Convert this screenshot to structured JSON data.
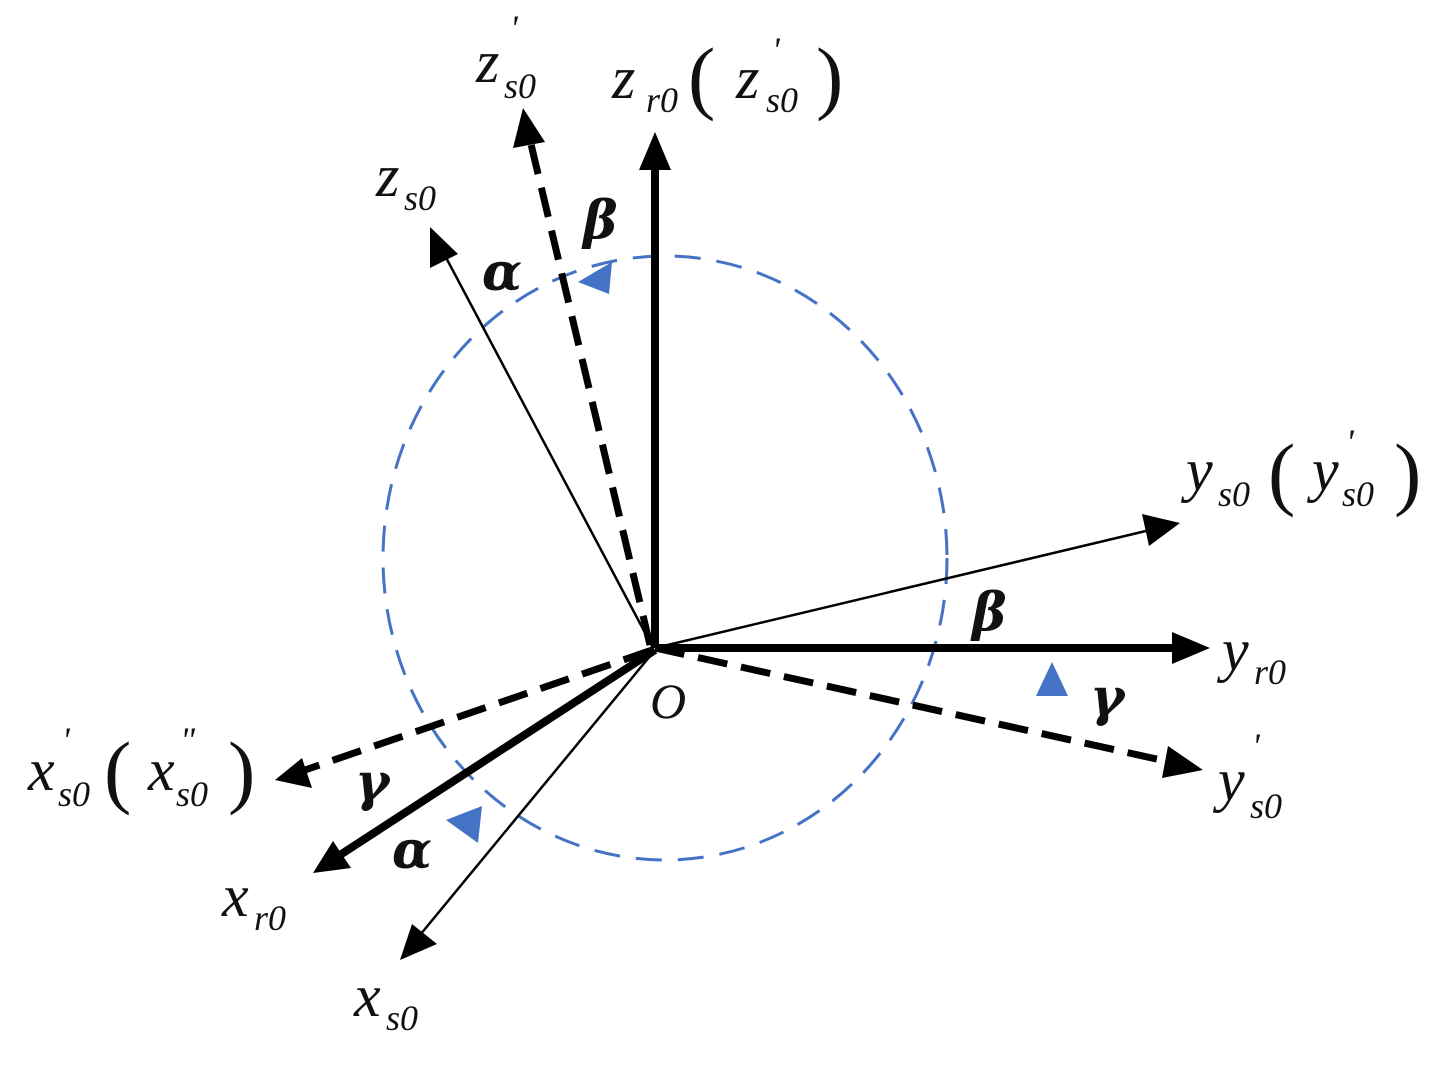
{
  "colors": {
    "axis": "#000000",
    "rotation_path": "#4472c4",
    "background": "#ffffff"
  },
  "origin_label": "O",
  "axes": {
    "z_r0": {
      "base": "z",
      "sub": "r0",
      "paren_base": "z",
      "paren_sup": "'",
      "paren_sub": "s0"
    },
    "z_s0_prime": {
      "base": "z",
      "sup": "'",
      "sub": "s0"
    },
    "z_s0": {
      "base": "z",
      "sub": "s0"
    },
    "y_s0": {
      "base": "y",
      "sub": "s0",
      "paren_base": "y",
      "paren_sup": "'",
      "paren_sub": "s0"
    },
    "y_r0": {
      "base": "y",
      "sub": "r0"
    },
    "y_s0_prime": {
      "base": "y",
      "sup": "'",
      "sub": "s0"
    },
    "x_s0_prime": {
      "base": "x",
      "sup": "'",
      "sub": "s0",
      "paren_base": "x",
      "paren_sup": "\"",
      "paren_sub": "s0"
    },
    "x_r0": {
      "base": "x",
      "sub": "r0"
    },
    "x_s0": {
      "base": "x",
      "sub": "s0"
    }
  },
  "angles": {
    "alpha": "α",
    "beta": "β",
    "gamma": "γ"
  },
  "parens": {
    "open": "(",
    "close": ")"
  }
}
